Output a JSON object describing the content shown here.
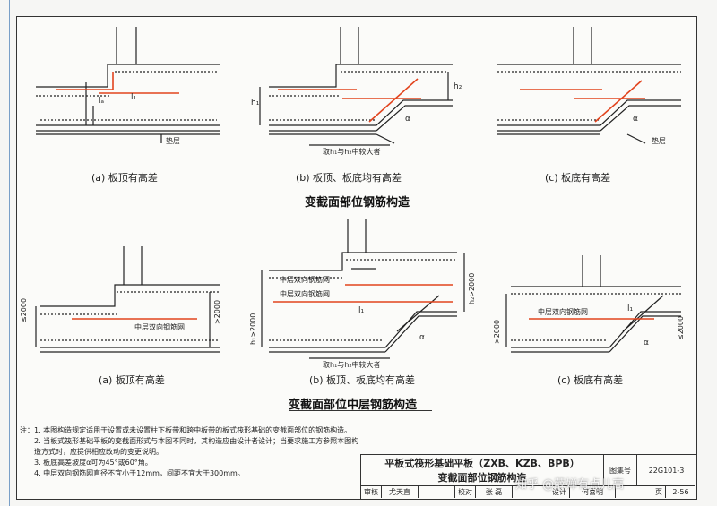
{
  "sections": {
    "top_title": "变截面部位钢筋构造",
    "bottom_title": "变截面部位中层钢筋构造"
  },
  "captions": {
    "top_a": "(a) 板顶有高差",
    "top_b": "(b) 板顶、板底均有高差",
    "top_c": "(c) 板底有高差",
    "bot_a": "(a) 板顶有高差",
    "bot_b": "(b) 板顶、板底均有高差",
    "bot_c": "(c) 板底有高差"
  },
  "labels": {
    "dianceng1": "垫层",
    "dianceng2": "垫层",
    "max_note1": "取h₁与h₂中较大者",
    "max_note2": "取h₁与h₂中较大者",
    "mid_mesh_a": "中层双向钢筋网",
    "mid_mesh_b1": "中层双向钢筋网",
    "mid_mesh_b2": "中层双向钢筋网",
    "mid_mesh_c": "中层双向钢筋网",
    "la": "lₐ",
    "l1": "l₁",
    "h1": "h₁",
    "h2": "h₂",
    "alpha": "α",
    "le2000_a1": "≤2000",
    "gt2000_a2": ">2000",
    "h1gt2000": "h₁>2000",
    "h2gt2000": "h₂>2000",
    "gt2000_c": ">2000",
    "le2000_c": "≤2000"
  },
  "notes": {
    "head": "注：",
    "items": [
      "1. 本图构造规定适用于设置或未设置柱下板带和跨中板带的板式筏形基础的变截面部位的钢筋构造。",
      "2. 当板式筏形基础平板的变截面形式与本图不同时，其构造应由设计者设计；当要求施工方参照本图构造方式时，应提供相应改动的变更说明。",
      "3. 板底高差坡度α可为45°或60°角。",
      "4. 中层双向钢筋网直径不宜小于12mm，间距不宜大于300mm。"
    ]
  },
  "title_block": {
    "title_line1": "平板式筏形基础平板（ZXB、KZB、BPB）",
    "title_line2": "变截面部位钢筋构造",
    "atlas_label": "图集号",
    "atlas_no": "22G101-3",
    "page_label": "页",
    "page_no": "2-56",
    "review": "审核",
    "reviewer": "尤天直",
    "check": "校对",
    "checker": "张 磊",
    "design": "设计",
    "designer": "何喜明"
  },
  "watermark": "知乎 @薛婵有点儿高",
  "colors": {
    "rebar_red": "#e2441e",
    "line": "#222222"
  }
}
